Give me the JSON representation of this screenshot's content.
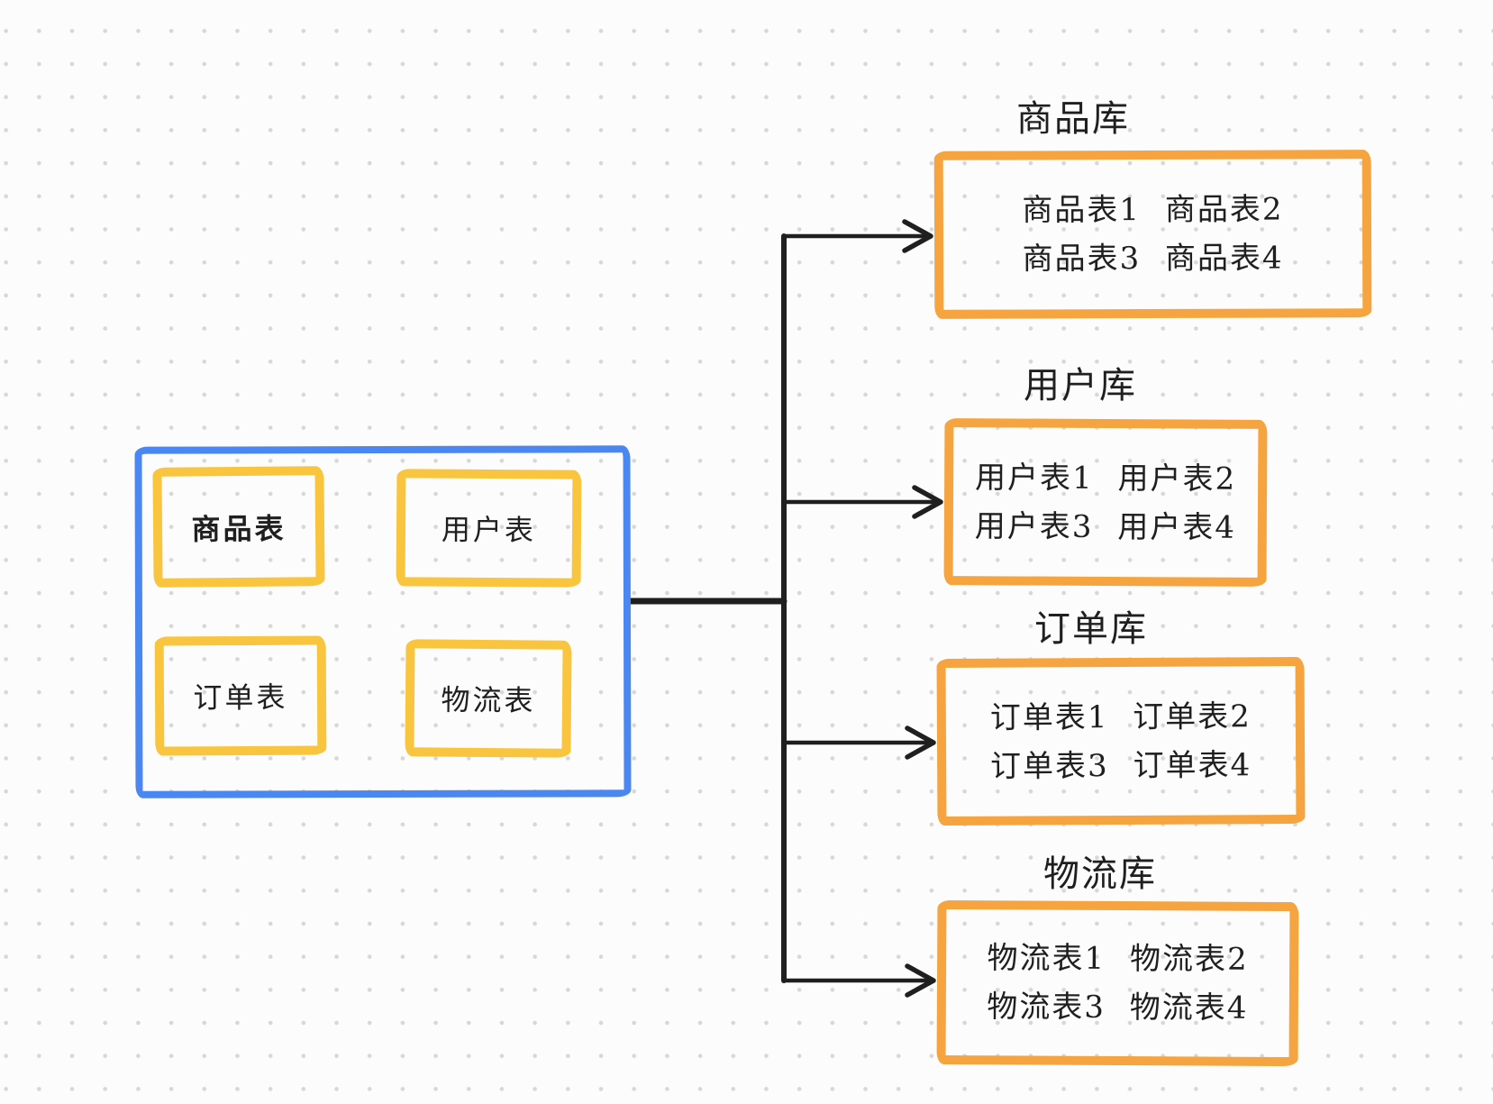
{
  "colors": {
    "blue_stroke": "#4b87f0",
    "yellow_stroke": "#f9c53f",
    "orange_stroke": "#f5a440",
    "connector_ink": "#1f1f1f",
    "background": "#fcfcfc",
    "grid_dot": "#d7d7d7"
  },
  "source_group": {
    "tables": [
      {
        "label": "商品表"
      },
      {
        "label": "用户表"
      },
      {
        "label": "订单表"
      },
      {
        "label": "物流表"
      }
    ]
  },
  "databases": [
    {
      "title": "商品库",
      "line1": "商品表1 商品表2",
      "line2": "商品表3 商品表4"
    },
    {
      "title": "用户库",
      "line1": "用户表1 用户表2",
      "line2": "用户表3 用户表4"
    },
    {
      "title": "订单库",
      "line1": "订单表1 订单表2",
      "line2": "订单表3 订单表4"
    },
    {
      "title": "物流库",
      "line1": "物流表1 物流表2",
      "line2": "物流表3 物流表4"
    }
  ]
}
